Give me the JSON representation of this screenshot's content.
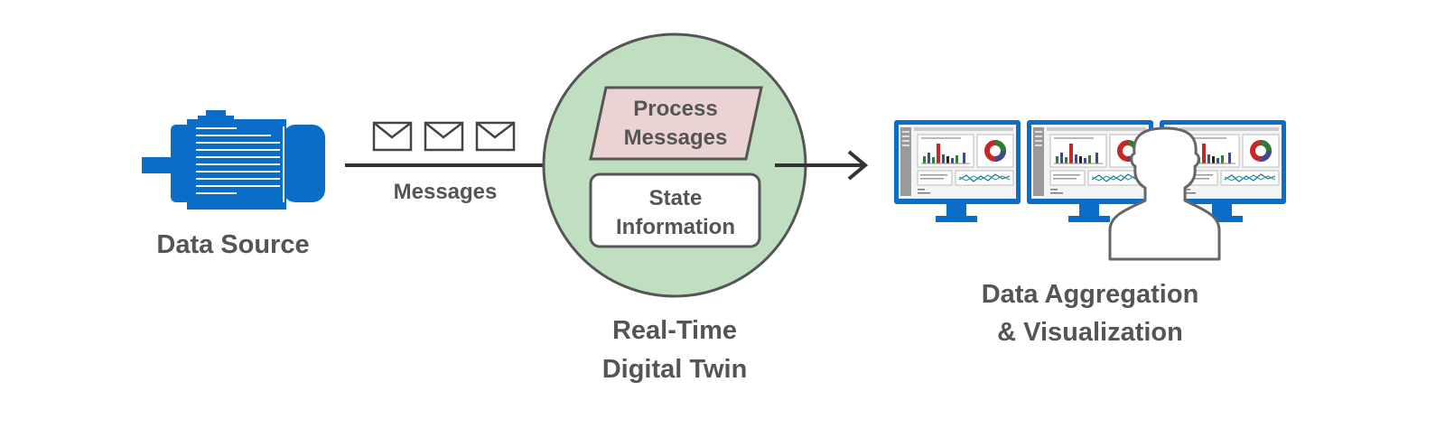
{
  "data_source": {
    "label": "Data Source"
  },
  "flow": {
    "messages_label": "Messages"
  },
  "twin": {
    "process_box_line1": "Process",
    "process_box_line2": "Messages",
    "state_box_line1": "State",
    "state_box_line2": "Information",
    "caption_line1": "Real-Time",
    "caption_line2": "Digital Twin"
  },
  "aggregation": {
    "caption_line1": "Data Aggregation",
    "caption_line2": "& Visualization"
  },
  "colors": {
    "accent_blue": "#0a6ec8",
    "circle_fill": "#bfdfc0",
    "process_fill": "#ecd3d3",
    "text_gray": "#555555",
    "line_dark": "#333333"
  }
}
